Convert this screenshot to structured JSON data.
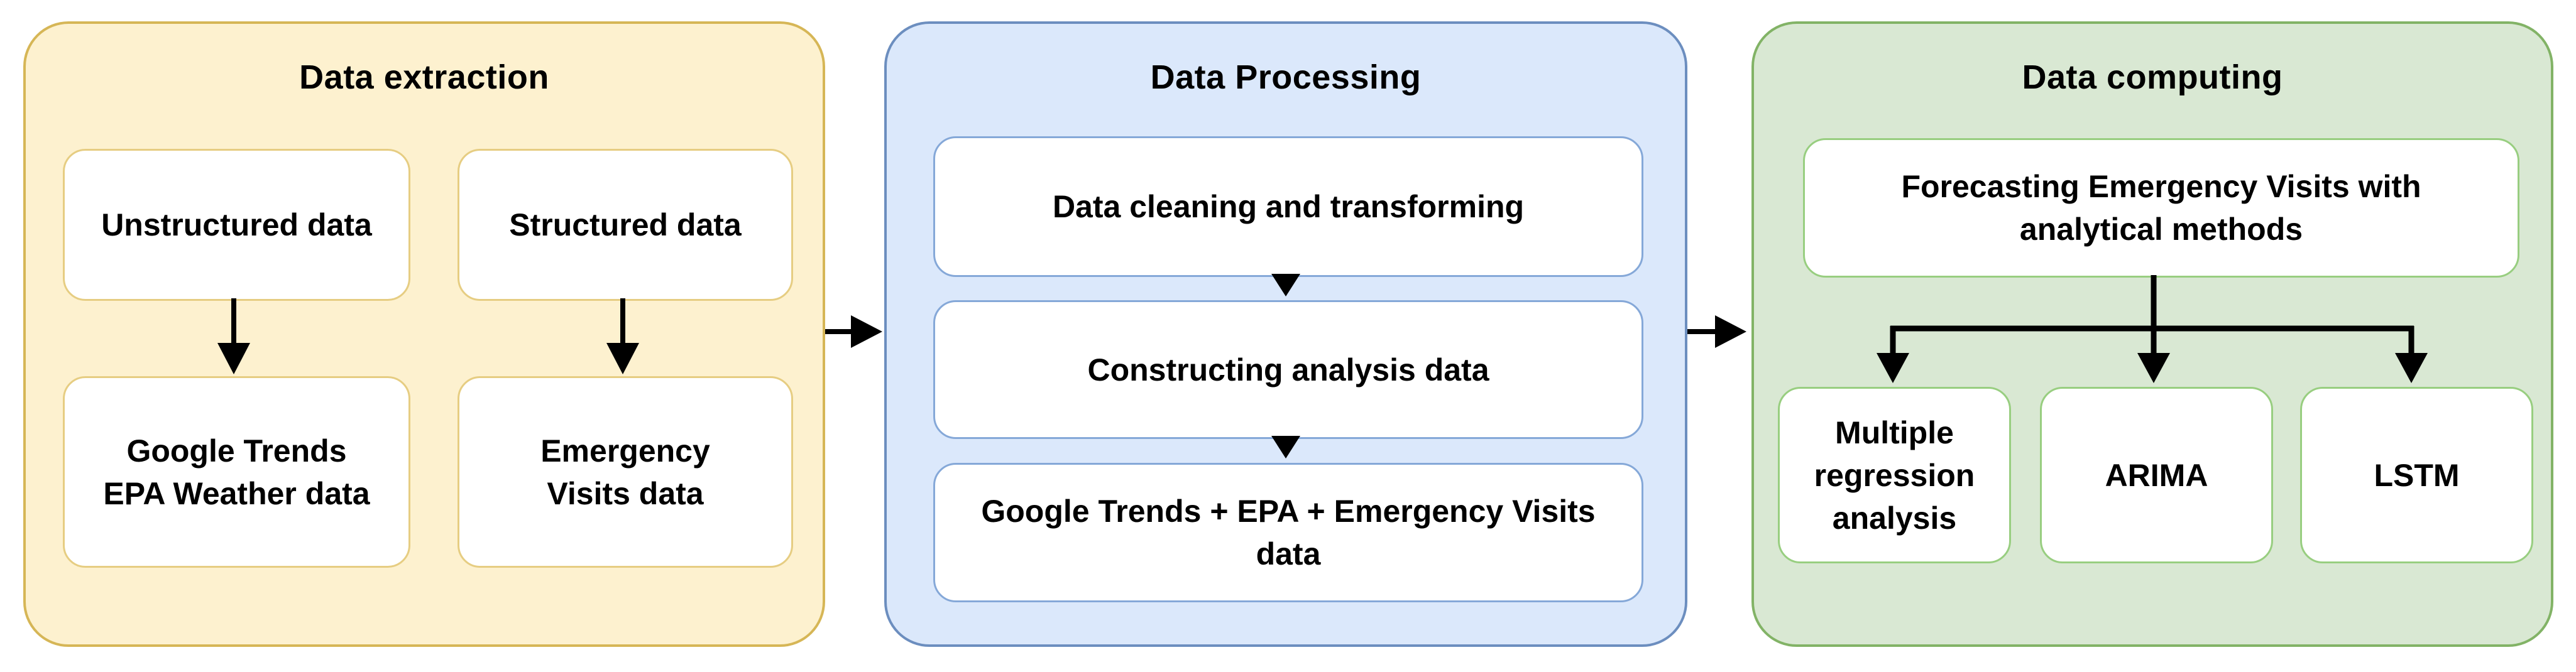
{
  "diagram": {
    "colors": {
      "canvas_bg": "#ffffff",
      "arrow": "#000000",
      "text": "#000000",
      "node_fill": "#ffffff"
    },
    "sections": [
      {
        "id": "data-extraction",
        "title": "Data extraction",
        "colors": {
          "fill": "#fdf1cf",
          "border": "#d6b656",
          "node_border": "#e6cd82"
        },
        "nodes": [
          {
            "id": "unstructured-data",
            "label": "Unstructured data"
          },
          {
            "id": "structured-data",
            "label": "Structured data"
          },
          {
            "id": "google-trends-epa-weather-data",
            "label": "Google Trends\nEPA Weather data"
          },
          {
            "id": "emergency-visits-data",
            "label": "Emergency\nVisits data"
          }
        ]
      },
      {
        "id": "data-processing",
        "title": "Data Processing",
        "colors": {
          "fill": "#dbe8fb",
          "border": "#6c8ebf",
          "node_border": "#85a8d8"
        },
        "nodes": [
          {
            "id": "data-cleaning-and-transforming",
            "label": "Data cleaning and transforming"
          },
          {
            "id": "constructing-analysis-data",
            "label": "Constructing analysis data"
          },
          {
            "id": "combined-data",
            "label": "Google Trends + EPA + Emergency Visits\ndata"
          }
        ]
      },
      {
        "id": "data-computing",
        "title": "Data computing",
        "colors": {
          "fill": "#d9e8d3",
          "border": "#82b366",
          "node_border": "#98ce80"
        },
        "nodes": [
          {
            "id": "forecasting",
            "label": "Forecasting Emergency Visits with\nanalytical methods"
          },
          {
            "id": "multiple-regression-analysis",
            "label": "Multiple\nregression\nanalysis"
          },
          {
            "id": "arima",
            "label": "ARIMA"
          },
          {
            "id": "lstm",
            "label": "LSTM"
          }
        ]
      }
    ],
    "edges": [
      {
        "from": "unstructured-data",
        "to": "google-trends-epa-weather-data"
      },
      {
        "from": "structured-data",
        "to": "emergency-visits-data"
      },
      {
        "from": "data-extraction",
        "to": "data-processing"
      },
      {
        "from": "data-cleaning-and-transforming",
        "to": "constructing-analysis-data"
      },
      {
        "from": "constructing-analysis-data",
        "to": "combined-data"
      },
      {
        "from": "data-processing",
        "to": "data-computing"
      },
      {
        "from": "forecasting",
        "to": "multiple-regression-analysis"
      },
      {
        "from": "forecasting",
        "to": "arima"
      },
      {
        "from": "forecasting",
        "to": "lstm"
      }
    ]
  }
}
